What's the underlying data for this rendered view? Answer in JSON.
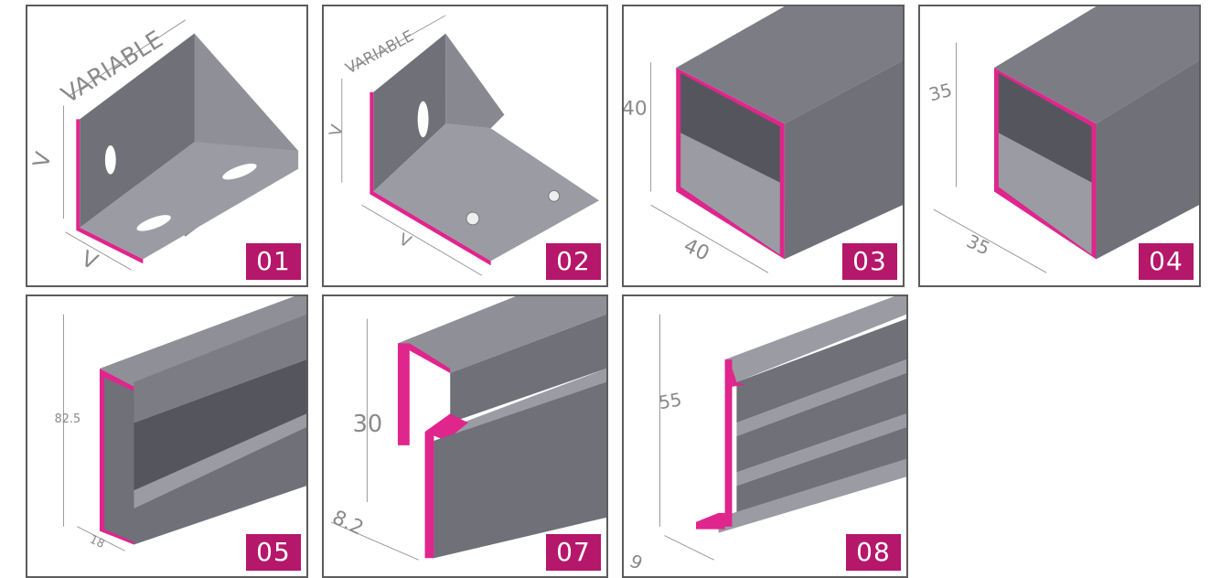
{
  "colors": {
    "accent": "#b5176a",
    "metal": "#6f7078",
    "metal_light": "#9b9ca3",
    "metal_dark": "#55565d",
    "profile_edge": "#e0258c"
  },
  "tiles": [
    {
      "number": "01",
      "dims": [
        "VARIABLE",
        "V",
        "V"
      ]
    },
    {
      "number": "02",
      "dims": [
        "VARIABLE",
        "V",
        "V"
      ]
    },
    {
      "number": "03",
      "dims": [
        "40",
        "40"
      ]
    },
    {
      "number": "04",
      "dims": [
        "35",
        "35"
      ]
    },
    {
      "number": "05",
      "dims": [
        "82.5",
        "18"
      ]
    },
    {
      "number": "07",
      "dims": [
        "30",
        "8.2"
      ]
    },
    {
      "number": "08",
      "dims": [
        "55",
        "9"
      ]
    }
  ]
}
